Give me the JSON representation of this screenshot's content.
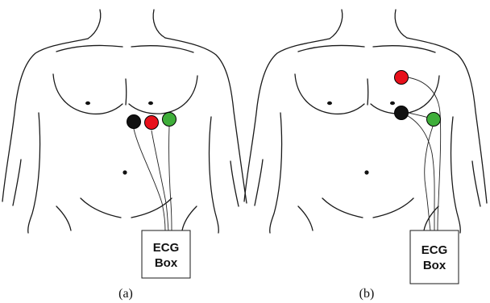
{
  "colors": {
    "electrode_black": "#111111",
    "electrode_red": "#e8101b",
    "electrode_green": "#3fae3a",
    "line": "#1a1a1a"
  },
  "panels": [
    {
      "caption": "(a)",
      "box_line1": "ECG",
      "box_line2": "Box",
      "electrodes": [
        "black",
        "red",
        "green"
      ]
    },
    {
      "caption": "(b)",
      "box_line1": "ECG",
      "box_line2": "Box",
      "electrodes": [
        "red",
        "black",
        "green"
      ]
    }
  ]
}
